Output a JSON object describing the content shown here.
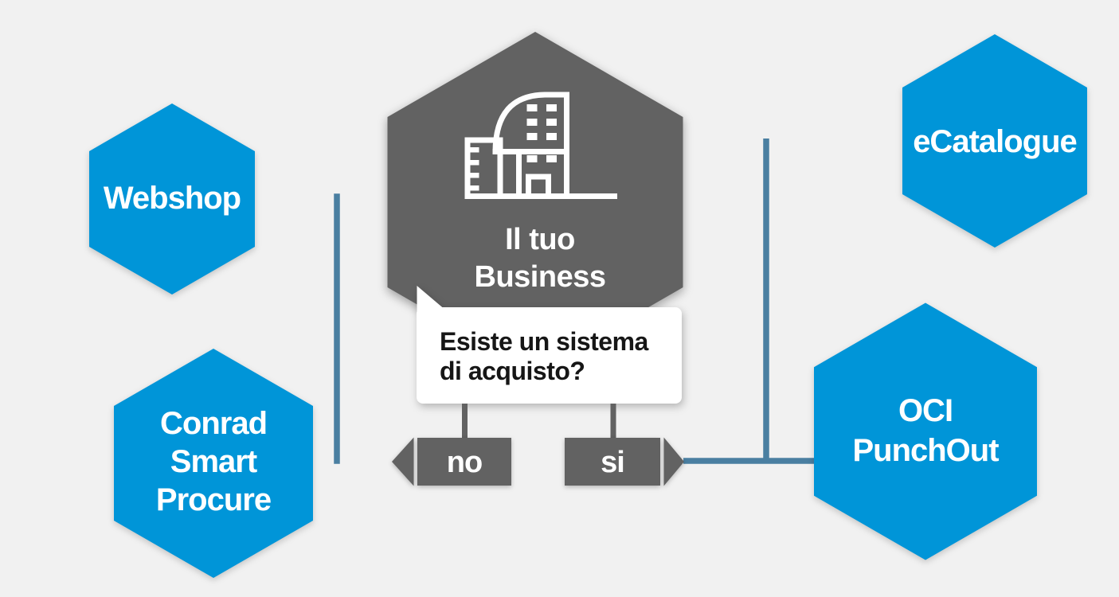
{
  "diagram_title": "purchasing-system-decision-flow",
  "colors": {
    "background": "#f1f1f1",
    "node_blue": "#0095d8",
    "node_gray": "#626262",
    "connector_steel": "#4a7fa1",
    "connector_blue": "#1697d4",
    "bubble_background": "#ffffff",
    "text_light": "#ffffff",
    "text_dark": "#161616"
  },
  "center_node": {
    "icon": "building-icon",
    "lines": [
      "Il tuo",
      "Business"
    ]
  },
  "question_bubble": {
    "lines": [
      "Esiste un sistema",
      "di acquisto?"
    ]
  },
  "branches": {
    "no_label": "no",
    "si_label": "si"
  },
  "nodes": {
    "webshop": {
      "lines": [
        "Webshop"
      ]
    },
    "conrad_smart_procure": {
      "lines": [
        "Conrad",
        "Smart",
        "Procure"
      ]
    },
    "ecatalogue": {
      "lines": [
        "eCatalogue"
      ]
    },
    "oci_punchout": {
      "lines": [
        "OCI",
        "PunchOut"
      ]
    }
  }
}
